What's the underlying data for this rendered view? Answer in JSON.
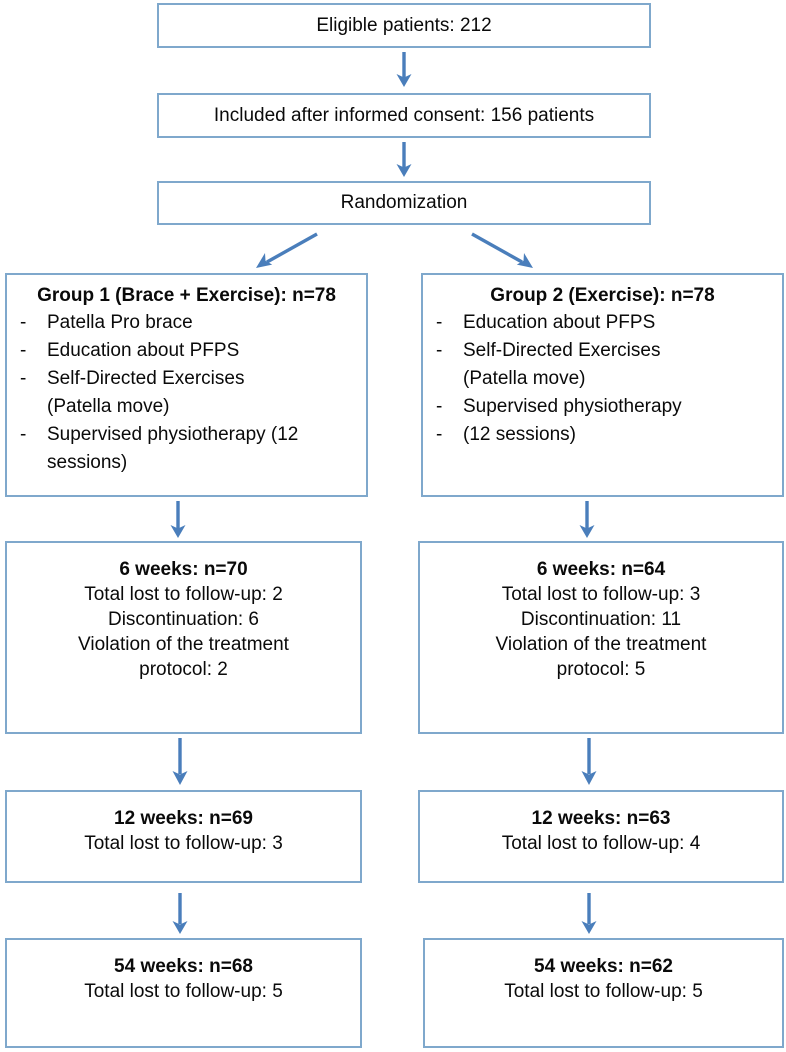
{
  "diagram": {
    "type": "flowchart",
    "title": "CONSORT participant flow diagram",
    "colors": {
      "box_border": "#7fa8cc",
      "arrow": "#4a7ebb",
      "text": "#0a0a0a",
      "background": "#ffffff"
    },
    "nodes": {
      "eligible": {
        "text": "Eligible patients: 212"
      },
      "included": {
        "text": "Included after informed  consent: 156 patients"
      },
      "randomization": {
        "text": "Randomization"
      },
      "group1": {
        "title": "Group 1 (Brace + Exercise): n=78",
        "items": [
          {
            "dash": "-",
            "text": "Patella Pro brace"
          },
          {
            "dash": "-",
            "text": "Education about PFPS"
          },
          {
            "dash": "-",
            "text": "Self-Directed Exercises"
          },
          {
            "dash": "",
            "text": "(Patella move)"
          },
          {
            "dash": "-",
            "text": "Supervised physiotherapy (12"
          },
          {
            "dash": "",
            "text": "sessions)"
          }
        ]
      },
      "group2": {
        "title": "Group 2 (Exercise): n=78",
        "items": [
          {
            "dash": "-",
            "text": "Education about PFPS"
          },
          {
            "dash": "-",
            "text": "Self-Directed Exercises"
          },
          {
            "dash": "",
            "text": "(Patella move)"
          },
          {
            "dash": "-",
            "text": "Supervised physiotherapy"
          },
          {
            "dash": "-",
            "text": "(12 sessions)"
          }
        ]
      },
      "g1_6weeks": {
        "title": "6 weeks: n=70",
        "lines": [
          "Total lost to follow-up: 2",
          "Discontinuation:  6",
          "Violation of the treatment",
          "protocol: 2"
        ]
      },
      "g2_6weeks": {
        "title": "6 weeks: n=64",
        "lines": [
          "Total lost to follow-up: 3",
          "Discontinuation: 11",
          "Violation of the treatment",
          "protocol: 5"
        ]
      },
      "g1_12weeks": {
        "title": "12 weeks: n=69",
        "lines": [
          "Total lost to follow-up: 3"
        ]
      },
      "g2_12weeks": {
        "title": "12 weeks: n=63",
        "lines": [
          "Total lost to follow-up: 4"
        ]
      },
      "g1_54weeks": {
        "title": "54 weeks: n=68",
        "lines": [
          "Total lost to follow-up: 5"
        ]
      },
      "g2_54weeks": {
        "title": "54 weeks: n=62",
        "lines": [
          "Total lost to follow-up: 5"
        ]
      }
    }
  }
}
